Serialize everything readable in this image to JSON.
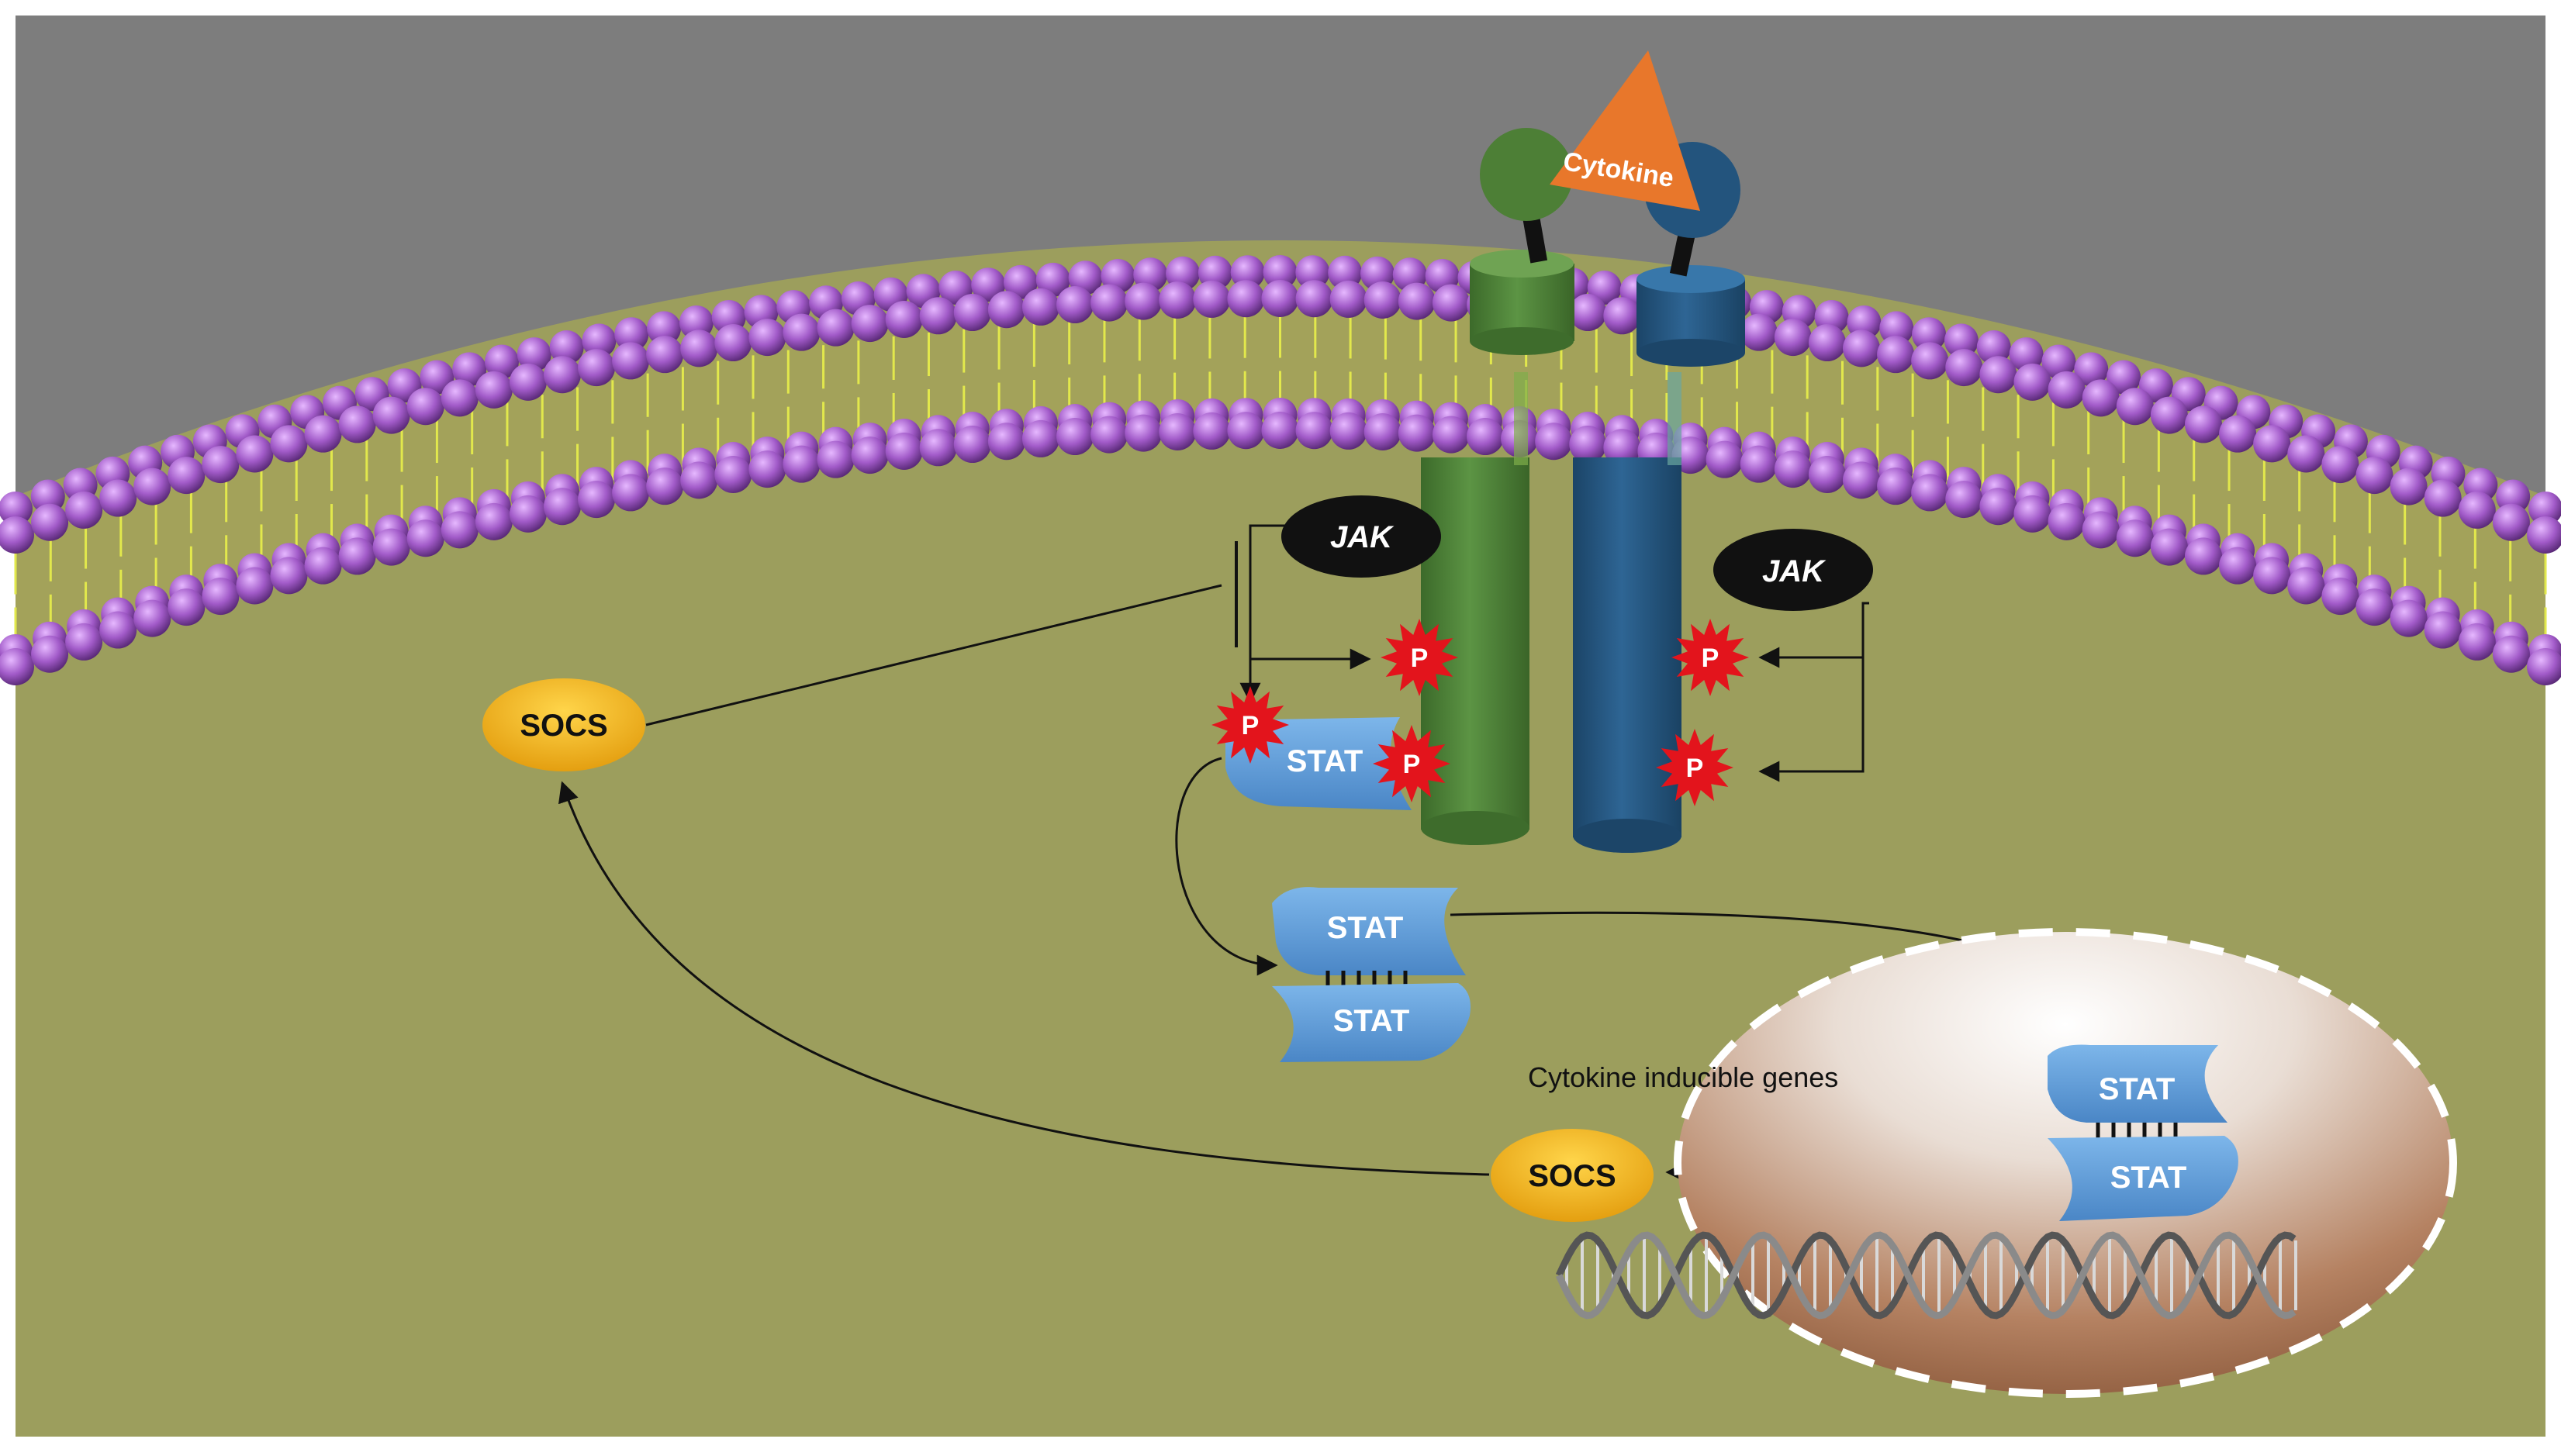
{
  "labels": {
    "cytokine": "Cytokine",
    "jak_left": "JAK",
    "jak_right": "JAK",
    "socs_cytoplasm": "SOCS",
    "socs_nucleus": "SOCS",
    "stat_bound": "STAT",
    "stat_dimer_top": "STAT",
    "stat_dimer_bottom": "STAT",
    "stat_nuclear_top": "STAT",
    "stat_nuclear_bottom": "STAT",
    "phospho": "P",
    "genes": "Cytokine inducible genes"
  },
  "colors": {
    "extracellular": "#7d7d7d",
    "cytoplasm": "#9c9e5d",
    "lipid_head": "#a25bc9",
    "lipid_tail": "#e2e84c",
    "receptor_green": "#4d7f36",
    "receptor_blue": "#23547d",
    "cytokine": "#e8772b",
    "jak": "#111111",
    "socs": "#f2b81c",
    "stat": "#5c9bd8",
    "phospho": "#e3141c",
    "nucleus_edge": "#8c5a3c"
  }
}
